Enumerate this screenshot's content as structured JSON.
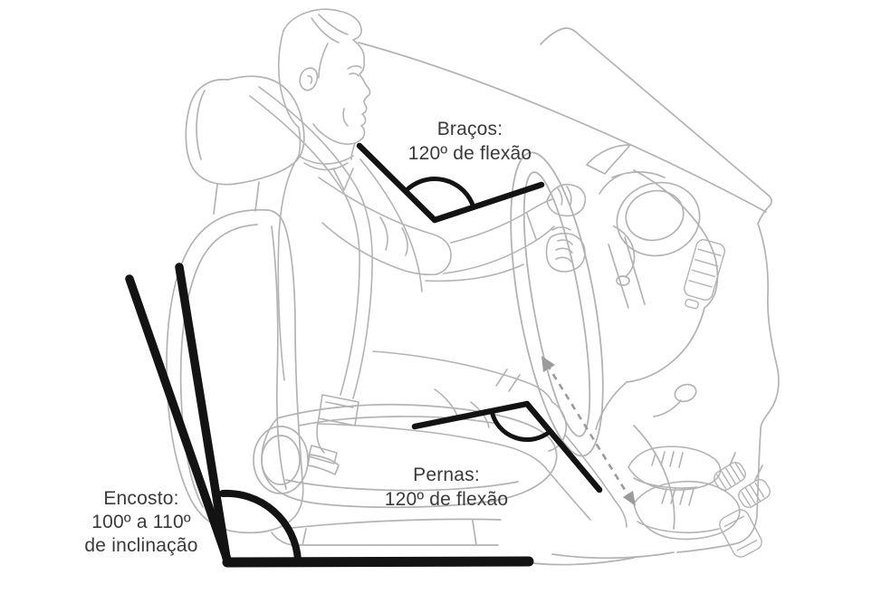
{
  "colors": {
    "background": "#ffffff",
    "sketch_line": "#b3b3b3",
    "annotation_line": "#131313",
    "label_text": "#3a3a3a",
    "dashed_arrow": "#9b9b9b"
  },
  "labels": {
    "arms": {
      "line1": "Braços:",
      "line2": "120º de flexão"
    },
    "legs": {
      "line1": "Pernas:",
      "line2": "120º de flexão"
    },
    "backrest": {
      "line1": "Encosto:",
      "line2": "100º a 110º",
      "line3": "de inclinação"
    }
  }
}
